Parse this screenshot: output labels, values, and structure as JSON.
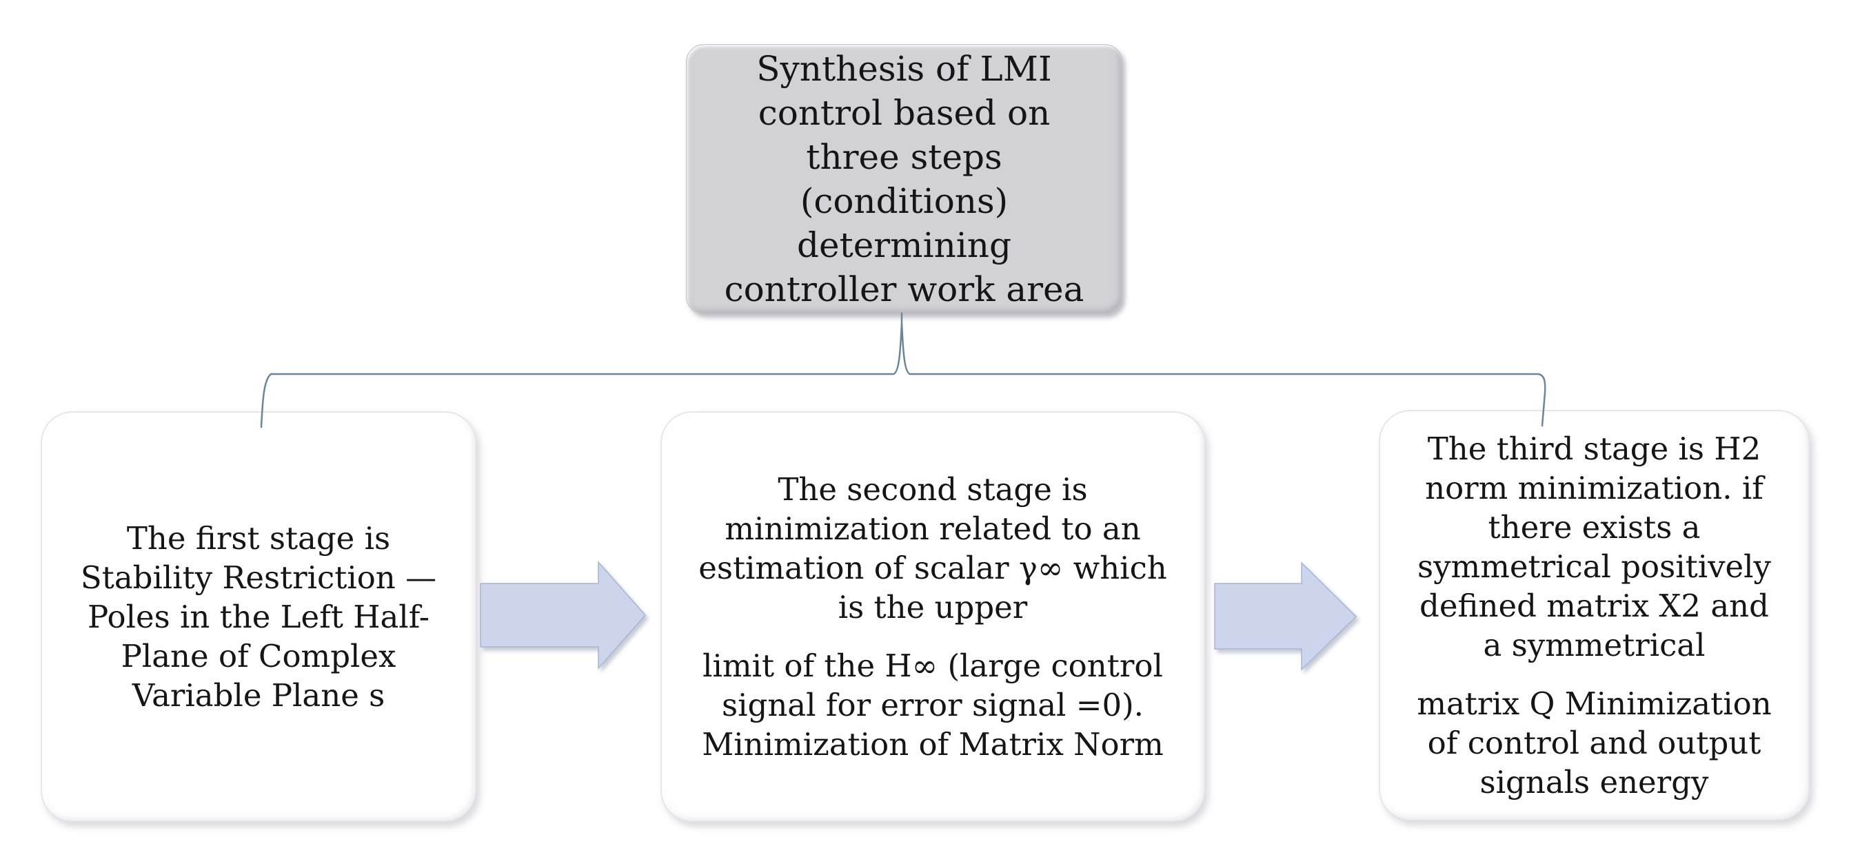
{
  "colors": {
    "canvas-bg": "#ffffff",
    "topbox-fill": "#d2d2d6",
    "box-fill": "#fefefe",
    "box-border": "#e7e6ea",
    "arrow-fill": "#ccd5ec",
    "arrow-stroke": "#a9b5d3",
    "connector-stroke": "#6b8699",
    "text-color": "#151515"
  },
  "boxes": {
    "top": {
      "lines": [
        "Synthesis of LMI",
        "control based on",
        "three steps",
        "(conditions)",
        "determining",
        "controller work area"
      ]
    },
    "stage1": {
      "paras": [
        [
          "The first stage is",
          "Stability Restriction —",
          "Poles in the Left Half-",
          "Plane of Complex",
          "Variable Plane s"
        ]
      ]
    },
    "stage2": {
      "paras": [
        [
          "The second stage is",
          "minimization related to an",
          "estimation of scalar γ∞ which",
          "is the upper"
        ],
        [
          "limit of the H∞ (large control",
          "signal for error signal =0).",
          "Minimization of Matrix Norm"
        ]
      ]
    },
    "stage3": {
      "paras": [
        [
          "The third stage is H2",
          "norm minimization. if",
          "there exists a",
          "symmetrical positively",
          "defined matrix X2 and",
          "a symmetrical"
        ],
        [
          "matrix Q Minimization",
          "of control and output",
          "signals energy"
        ]
      ]
    }
  }
}
